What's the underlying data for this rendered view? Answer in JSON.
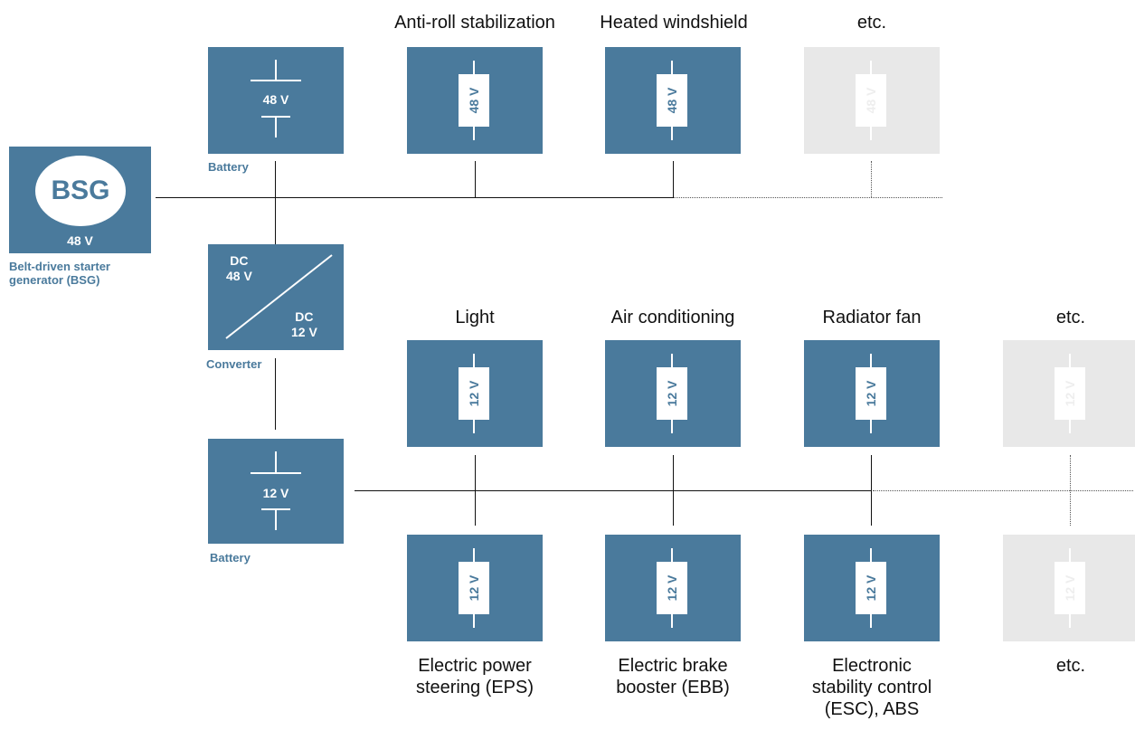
{
  "bsg": {
    "logo": "BSG",
    "voltage": "48 V",
    "caption_line1": "Belt-driven starter",
    "caption_line2": "generator (BSG)"
  },
  "battery48": {
    "voltage": "48 V",
    "caption": "Battery"
  },
  "converter": {
    "in_label": "DC",
    "in_voltage": "48 V",
    "out_label": "DC",
    "out_voltage": "12 V",
    "caption": "Converter"
  },
  "battery12": {
    "voltage": "12 V",
    "caption": "Battery"
  },
  "loads48": [
    {
      "name": "Anti-roll stabilization",
      "voltage": "48 V"
    },
    {
      "name": "Heated windshield",
      "voltage": "48 V"
    },
    {
      "name": "etc.",
      "voltage": "48 V"
    }
  ],
  "loads12_top": [
    {
      "name": "Light",
      "voltage": "12 V"
    },
    {
      "name": "Air conditioning",
      "voltage": "12 V"
    },
    {
      "name": "Radiator fan",
      "voltage": "12 V"
    },
    {
      "name": "etc.",
      "voltage": "12 V"
    }
  ],
  "loads12_bottom": [
    {
      "name_line1": "Electric power",
      "name_line2": "steering (EPS)",
      "name_line3": "",
      "voltage": "12 V"
    },
    {
      "name_line1": "Electric brake",
      "name_line2": "booster (EBB)",
      "name_line3": "",
      "voltage": "12 V"
    },
    {
      "name_line1": "Electronic",
      "name_line2": "stability control",
      "name_line3": "(ESC), ABS",
      "voltage": "12 V"
    },
    {
      "name_line1": "etc.",
      "name_line2": "",
      "name_line3": "",
      "voltage": "12 V"
    }
  ],
  "colors": {
    "box": "#4a7a9c",
    "inactive": "#e8e8e8",
    "wire": "#111111"
  }
}
